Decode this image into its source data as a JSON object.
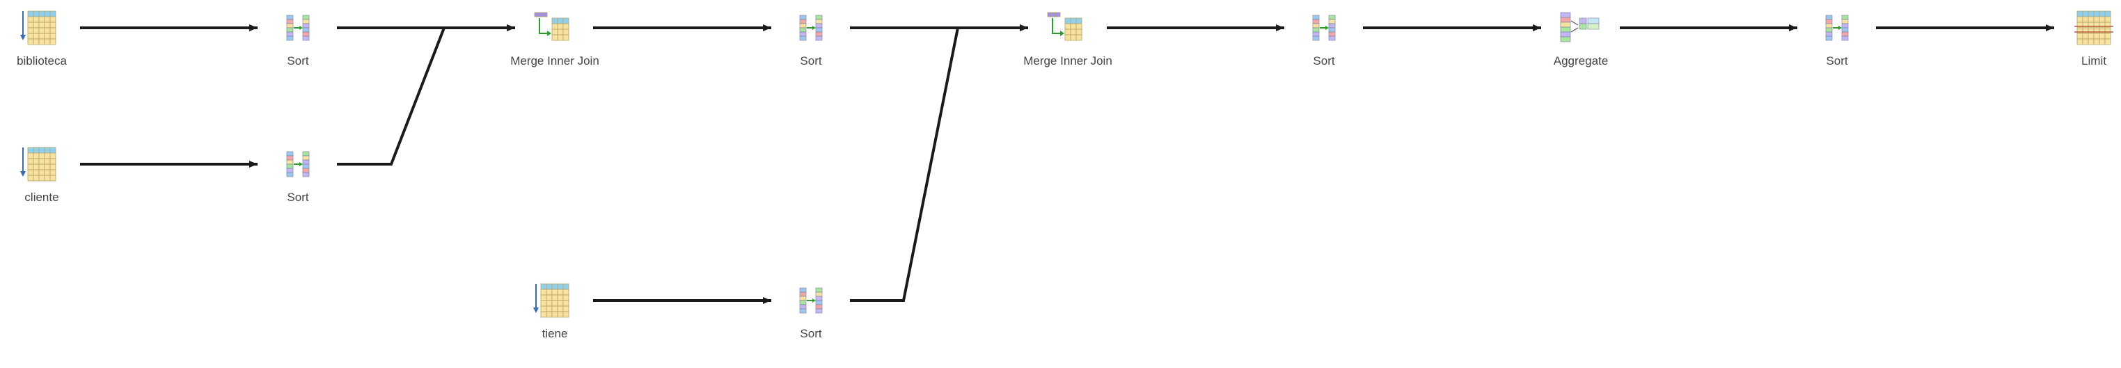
{
  "diagram": {
    "type": "query-plan",
    "colors": {
      "edge": "#1a1a1a",
      "label": "#444444",
      "table_cell": "#f7e3a0",
      "table_header": "#8fd0ee",
      "table_border": "#b8a26a",
      "arrow_icon": "#2e9e2e",
      "purple": "#9d8fe6",
      "green": "#8ee07a",
      "limit_line": "#b85a3a"
    },
    "nodes": [
      {
        "id": "n1",
        "label": "biblioteca",
        "icon": "seq-scan-icon"
      },
      {
        "id": "n2",
        "label": "Sort",
        "icon": "sort-icon"
      },
      {
        "id": "n3",
        "label": "Merge Inner Join",
        "icon": "merge-join-icon"
      },
      {
        "id": "n4",
        "label": "Sort",
        "icon": "sort-icon"
      },
      {
        "id": "n5",
        "label": "Merge Inner Join",
        "icon": "merge-join-icon"
      },
      {
        "id": "n6",
        "label": "Sort",
        "icon": "sort-icon"
      },
      {
        "id": "n7",
        "label": "Aggregate",
        "icon": "aggregate-icon"
      },
      {
        "id": "n8",
        "label": "Sort",
        "icon": "sort-icon"
      },
      {
        "id": "n9",
        "label": "Limit",
        "icon": "limit-icon"
      },
      {
        "id": "n10",
        "label": "cliente",
        "icon": "seq-scan-icon"
      },
      {
        "id": "n11",
        "label": "Sort",
        "icon": "sort-icon"
      },
      {
        "id": "n12",
        "label": "tiene",
        "icon": "seq-scan-icon"
      },
      {
        "id": "n13",
        "label": "Sort",
        "icon": "sort-icon"
      }
    ],
    "edges": [
      {
        "from": "n1",
        "to": "n2"
      },
      {
        "from": "n2",
        "to": "n3"
      },
      {
        "from": "n3",
        "to": "n4"
      },
      {
        "from": "n4",
        "to": "n5"
      },
      {
        "from": "n5",
        "to": "n6"
      },
      {
        "from": "n6",
        "to": "n7"
      },
      {
        "from": "n7",
        "to": "n8"
      },
      {
        "from": "n8",
        "to": "n9"
      },
      {
        "from": "n10",
        "to": "n11"
      },
      {
        "from": "n11",
        "to": "n3"
      },
      {
        "from": "n12",
        "to": "n13"
      },
      {
        "from": "n13",
        "to": "n5"
      }
    ]
  }
}
